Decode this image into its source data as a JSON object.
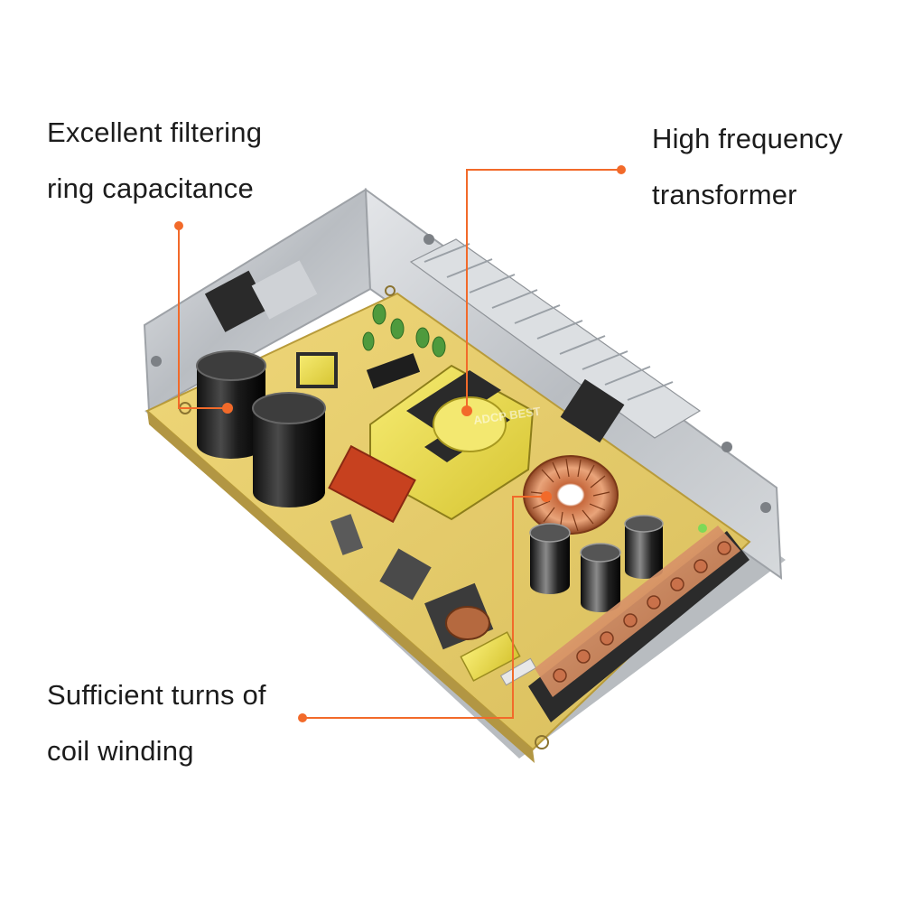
{
  "callouts": {
    "filtering": {
      "line1": "Excellent filtering",
      "line2": "ring capacitance"
    },
    "transformer": {
      "line1": "High frequency",
      "line2": "transformer"
    },
    "coil": {
      "line1": "Sufficient turns of",
      "line2": "coil winding"
    }
  },
  "watermark": "ADCP BEST",
  "colors": {
    "callout_accent": "#f26a2a",
    "pcb": "#e9cf6a",
    "metal_case": "#c9ccd0",
    "transformer": "#f2e35a",
    "terminal_block": "#d9a07e"
  }
}
